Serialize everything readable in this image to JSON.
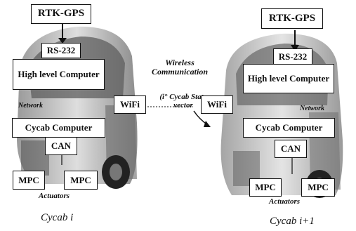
{
  "left": {
    "rtk_gps": "RTK-GPS",
    "rs232": "RS-232",
    "high_level_computer": "High level Computer",
    "network": "Network",
    "wifi": "WiFi",
    "cycab_computer": "Cycab Computer",
    "can": "CAN",
    "mpc_left": "MPC",
    "mpc_right": "MPC",
    "actuators": "Actuators",
    "caption": "Cycab i"
  },
  "right": {
    "rtk_gps": "RTK-GPS",
    "rs232": "RS-232",
    "high_level_computer": "High level Computer",
    "network": "Network",
    "wifi": "WiFi",
    "cycab_computer": "Cycab Computer",
    "can": "CAN",
    "mpc_left": "MPC",
    "mpc_right": "MPC",
    "actuators": "Actuators",
    "caption": "Cycab i+1"
  },
  "wireless_communication": "Wireless Communication",
  "state_vector": "(i° Cycab State vector",
  "colors": {
    "vehicle_body": "#cfcfcf",
    "vehicle_dark": "#3a3a3a",
    "box_border": "#111111"
  }
}
